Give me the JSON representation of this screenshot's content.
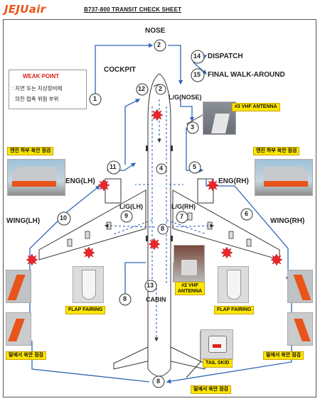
{
  "header": {
    "logo_text": "JEJUair",
    "title": "B737-800 TRANSIT CHECK SHEET"
  },
  "labels": {
    "nose": "NOSE",
    "cockpit": "COCKPIT",
    "lg_nose": "L/G(NOSE)",
    "eng_lh": "ENG(LH)",
    "eng_rh": "ENG(RH)",
    "wing_lh": "WING(LH)",
    "wing_rh": "WING(RH)",
    "lg_lh": "L/G(LH)",
    "lg_rh": "L/G(RH)",
    "cabin": "CABIN"
  },
  "steps": {
    "dispatch_num": "14",
    "dispatch_label": "DISPATCH",
    "final_num": "15",
    "final_label": "FINAL WALK-AROUND",
    "n1": "1",
    "n2a": "2",
    "n2b": "2",
    "n3": "3",
    "n4": "4",
    "n5": "5",
    "n6": "6",
    "n7": "7",
    "n8a": "8",
    "n8b": "8",
    "n8c": "8",
    "n9": "9",
    "n10": "10",
    "n11": "11",
    "n12": "12",
    "n13": "13"
  },
  "weak_point": {
    "title": "WEAK POINT",
    "line1": ": 지면 또는 지상장비에",
    "line2": "의한 접촉 위험 부위"
  },
  "callouts": {
    "vhf3": "#3 VHF ANTENNA",
    "vhf2_line1": "#2 VHF",
    "vhf2_line2": "ANTENNA",
    "eng_lower_lh": "엔진 하부 육안 점검",
    "eng_lower_rh": "엔진 하부 육안 점검",
    "flap_fairing_lh": "FLAP FAIRING",
    "flap_fairing_rh": "FLAP FAIRING",
    "under_check_lh": "밑에서 육안 점검",
    "under_check_rh": "밑에서 육안 점검",
    "tail_skid": "TAIL SKID",
    "tail_under_check": "밑에서 육안 점검"
  },
  "colors": {
    "brand": "#e8541a",
    "route_blue": "#2f67b4",
    "weak_red": "#d8231b",
    "label_yellow": "#ffe600"
  }
}
